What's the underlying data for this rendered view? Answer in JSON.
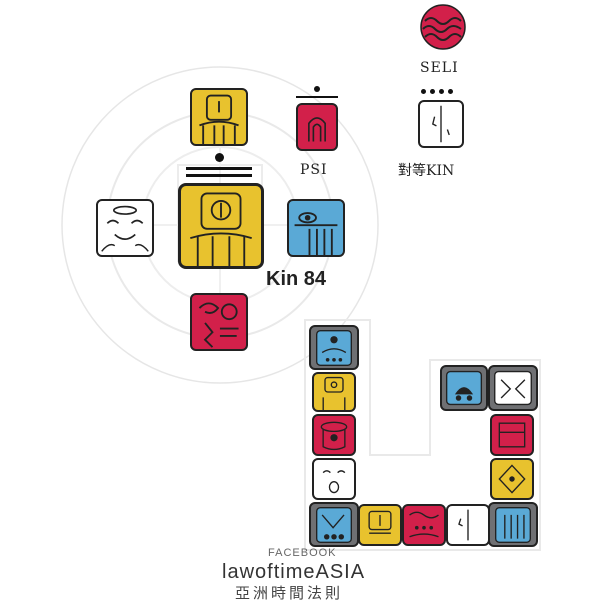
{
  "oracle": {
    "guide_label": "PSI",
    "central_label": "Kin 84",
    "seal_label": "SELI",
    "equivalent_label": "對等KIN"
  },
  "footer": {
    "small_label": "FACEBOOK",
    "brand": "lawoftimeASIA",
    "chinese": "亞洲時間法則"
  },
  "colors": {
    "yellow": "#e8c22e",
    "red": "#d2204a",
    "blue": "#5aa9d6",
    "white": "#ffffff",
    "gray": "#6f7073"
  }
}
